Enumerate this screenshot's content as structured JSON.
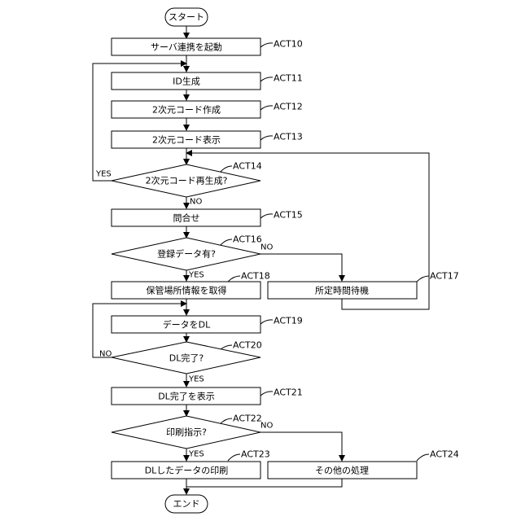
{
  "nodes": {
    "start": "スタート",
    "act10": "サーバ連携を起動",
    "act11": "ID生成",
    "act12": "2次元コード作成",
    "act13": "2次元コード表示",
    "act14": "2次元コード再生成?",
    "act15": "問合せ",
    "act16": "登録データ有?",
    "act17": "所定時間待機",
    "act18": "保管場所情報を取得",
    "act19": "データをDL",
    "act20": "DL完了?",
    "act21": "DL完了を表示",
    "act22": "印刷指示?",
    "act23": "DLしたデータの印刷",
    "act24": "その他の処理",
    "end": "エンド"
  },
  "refs": {
    "act10": "ACT10",
    "act11": "ACT11",
    "act12": "ACT12",
    "act13": "ACT13",
    "act14": "ACT14",
    "act15": "ACT15",
    "act16": "ACT16",
    "act17": "ACT17",
    "act18": "ACT18",
    "act19": "ACT19",
    "act20": "ACT20",
    "act21": "ACT21",
    "act22": "ACT22",
    "act23": "ACT23",
    "act24": "ACT24"
  },
  "branch_labels": {
    "yes": "YES",
    "no": "NO"
  }
}
